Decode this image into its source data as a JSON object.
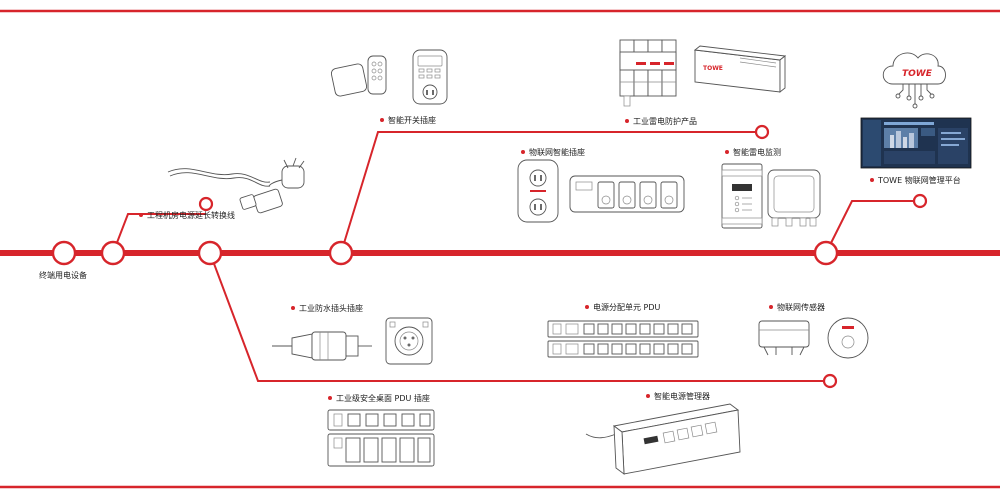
{
  "colors": {
    "accent": "#d7252b",
    "line_art": "#555555",
    "text": "#222222"
  },
  "labels": {
    "terminal": "终端用电设备",
    "extension": "工程机房电源延长转换线",
    "smart_switch": "智能开关插座",
    "surge_products": "工业雷电防护产品",
    "iot_socket": "物联网智能插座",
    "lightning_monitor": "智能雷电监测",
    "platform": "TOWE 物联网管理平台",
    "waterproof": "工业防水插头插座",
    "pdu": "电源分配单元 PDU",
    "iot_sensor": "物联网传感器",
    "desktop_pdu": "工业级安全桌面 PDU 插座",
    "power_manager": "智能电源管理器"
  },
  "brand": {
    "logo_text": "TOWE"
  },
  "icons": [
    "power-plug-cable-icon",
    "remote-control-icon",
    "timer-socket-icon",
    "surge-protector-icon",
    "rack-panel-icon",
    "cloud-icon",
    "monitor-screen-icon",
    "smart-plug-icon",
    "power-strip-icon",
    "lightning-meter-icon",
    "junction-box-icon",
    "industrial-plug-icon",
    "industrial-socket-icon",
    "pdu-strip-icon",
    "sensor-icon",
    "desktop-pdu-icon",
    "power-manager-icon"
  ]
}
